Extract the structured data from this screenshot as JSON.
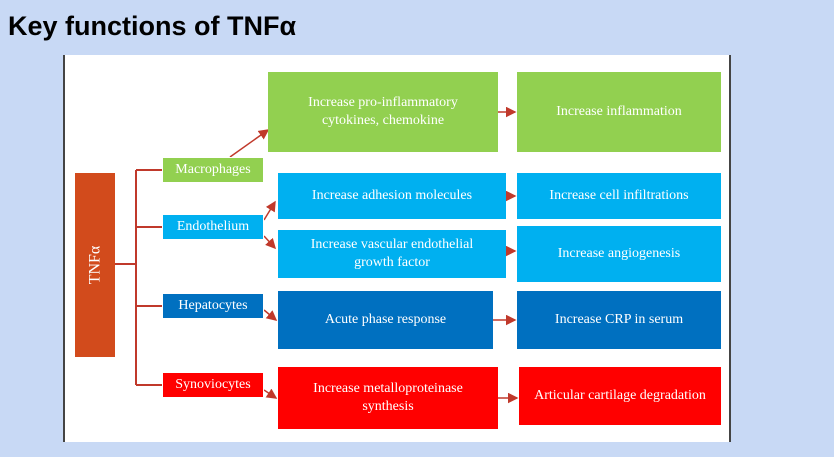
{
  "title": "Key functions of TNFα",
  "center": "TNFα",
  "cells": {
    "macrophages": "Macrophages",
    "endothelium": "Endothelium",
    "hepatocytes": "Hepatocytes",
    "synoviocytes": "Synoviocytes"
  },
  "effects": {
    "cytokines": [
      "Increase pro-inflammatory",
      "cytokines, chemokine"
    ],
    "adhesion": "Increase adhesion molecules",
    "vegf": [
      "Increase vascular endothelial",
      "growth factor"
    ],
    "acute_phase": "Acute phase response",
    "metallo": [
      "Increase metalloproteinase",
      "synthesis"
    ]
  },
  "outcomes": {
    "inflammation": "Increase inflammation",
    "infiltration": "Increase cell infiltrations",
    "angiogenesis": "Increase angiogenesis",
    "crp": "Increase CRP in serum",
    "cartilage": "Articular cartilage degradation"
  },
  "colors": {
    "background": "#c8d9f5",
    "tnf": "#d24b1c",
    "macrophage": "#92d050",
    "endothelium": "#00b0f0",
    "hepatocyte": "#0070c0",
    "synoviocyte": "#ff0000",
    "connector": "#c0392b"
  }
}
